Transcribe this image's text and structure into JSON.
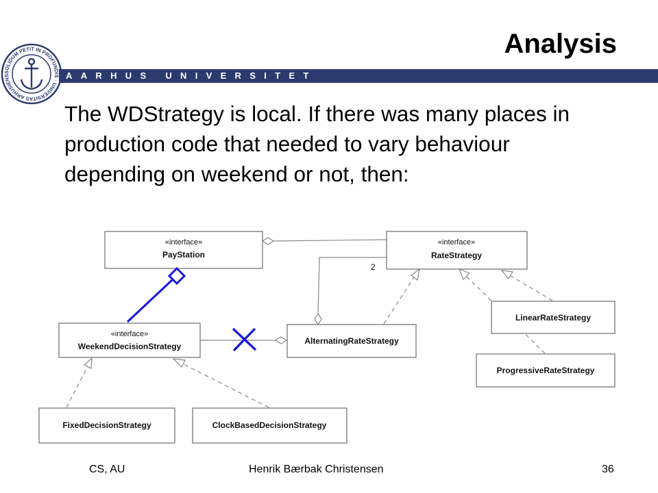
{
  "slide": {
    "title": "Analysis",
    "university_name": "AARHUS UNIVERSITET",
    "logo_inscription": "SOLIDUM PETIT IN PROFUNDIS · UNIVERSITAS ARHUSIENSIS",
    "body": "The WDStrategy is local. If there was many places in production code that needed to vary behaviour depending on weekend or not, then:"
  },
  "diagram": {
    "paystation": {
      "stereotype": "«interface»",
      "name": "PayStation"
    },
    "ratestrategy": {
      "stereotype": "«interface»",
      "name": "RateStrategy"
    },
    "weekend": {
      "stereotype": "«interface»",
      "name": "WeekendDecisionStrategy"
    },
    "alternating": {
      "name": "AlternatingRateStrategy"
    },
    "linear": {
      "name": "LinearRateStrategy"
    },
    "progressive": {
      "name": "ProgressiveRateStrategy"
    },
    "fixed": {
      "name": "FixedDecisionStrategy"
    },
    "clockbased": {
      "name": "ClockBasedDecisionStrategy"
    },
    "multiplicity": "2"
  },
  "footer": {
    "left": "CS, AU",
    "center": "Henrik Bærbak Christensen",
    "page": "36"
  },
  "colors": {
    "university_bar": "#2b3b6e",
    "annotation_blue": "#1a1adc"
  }
}
